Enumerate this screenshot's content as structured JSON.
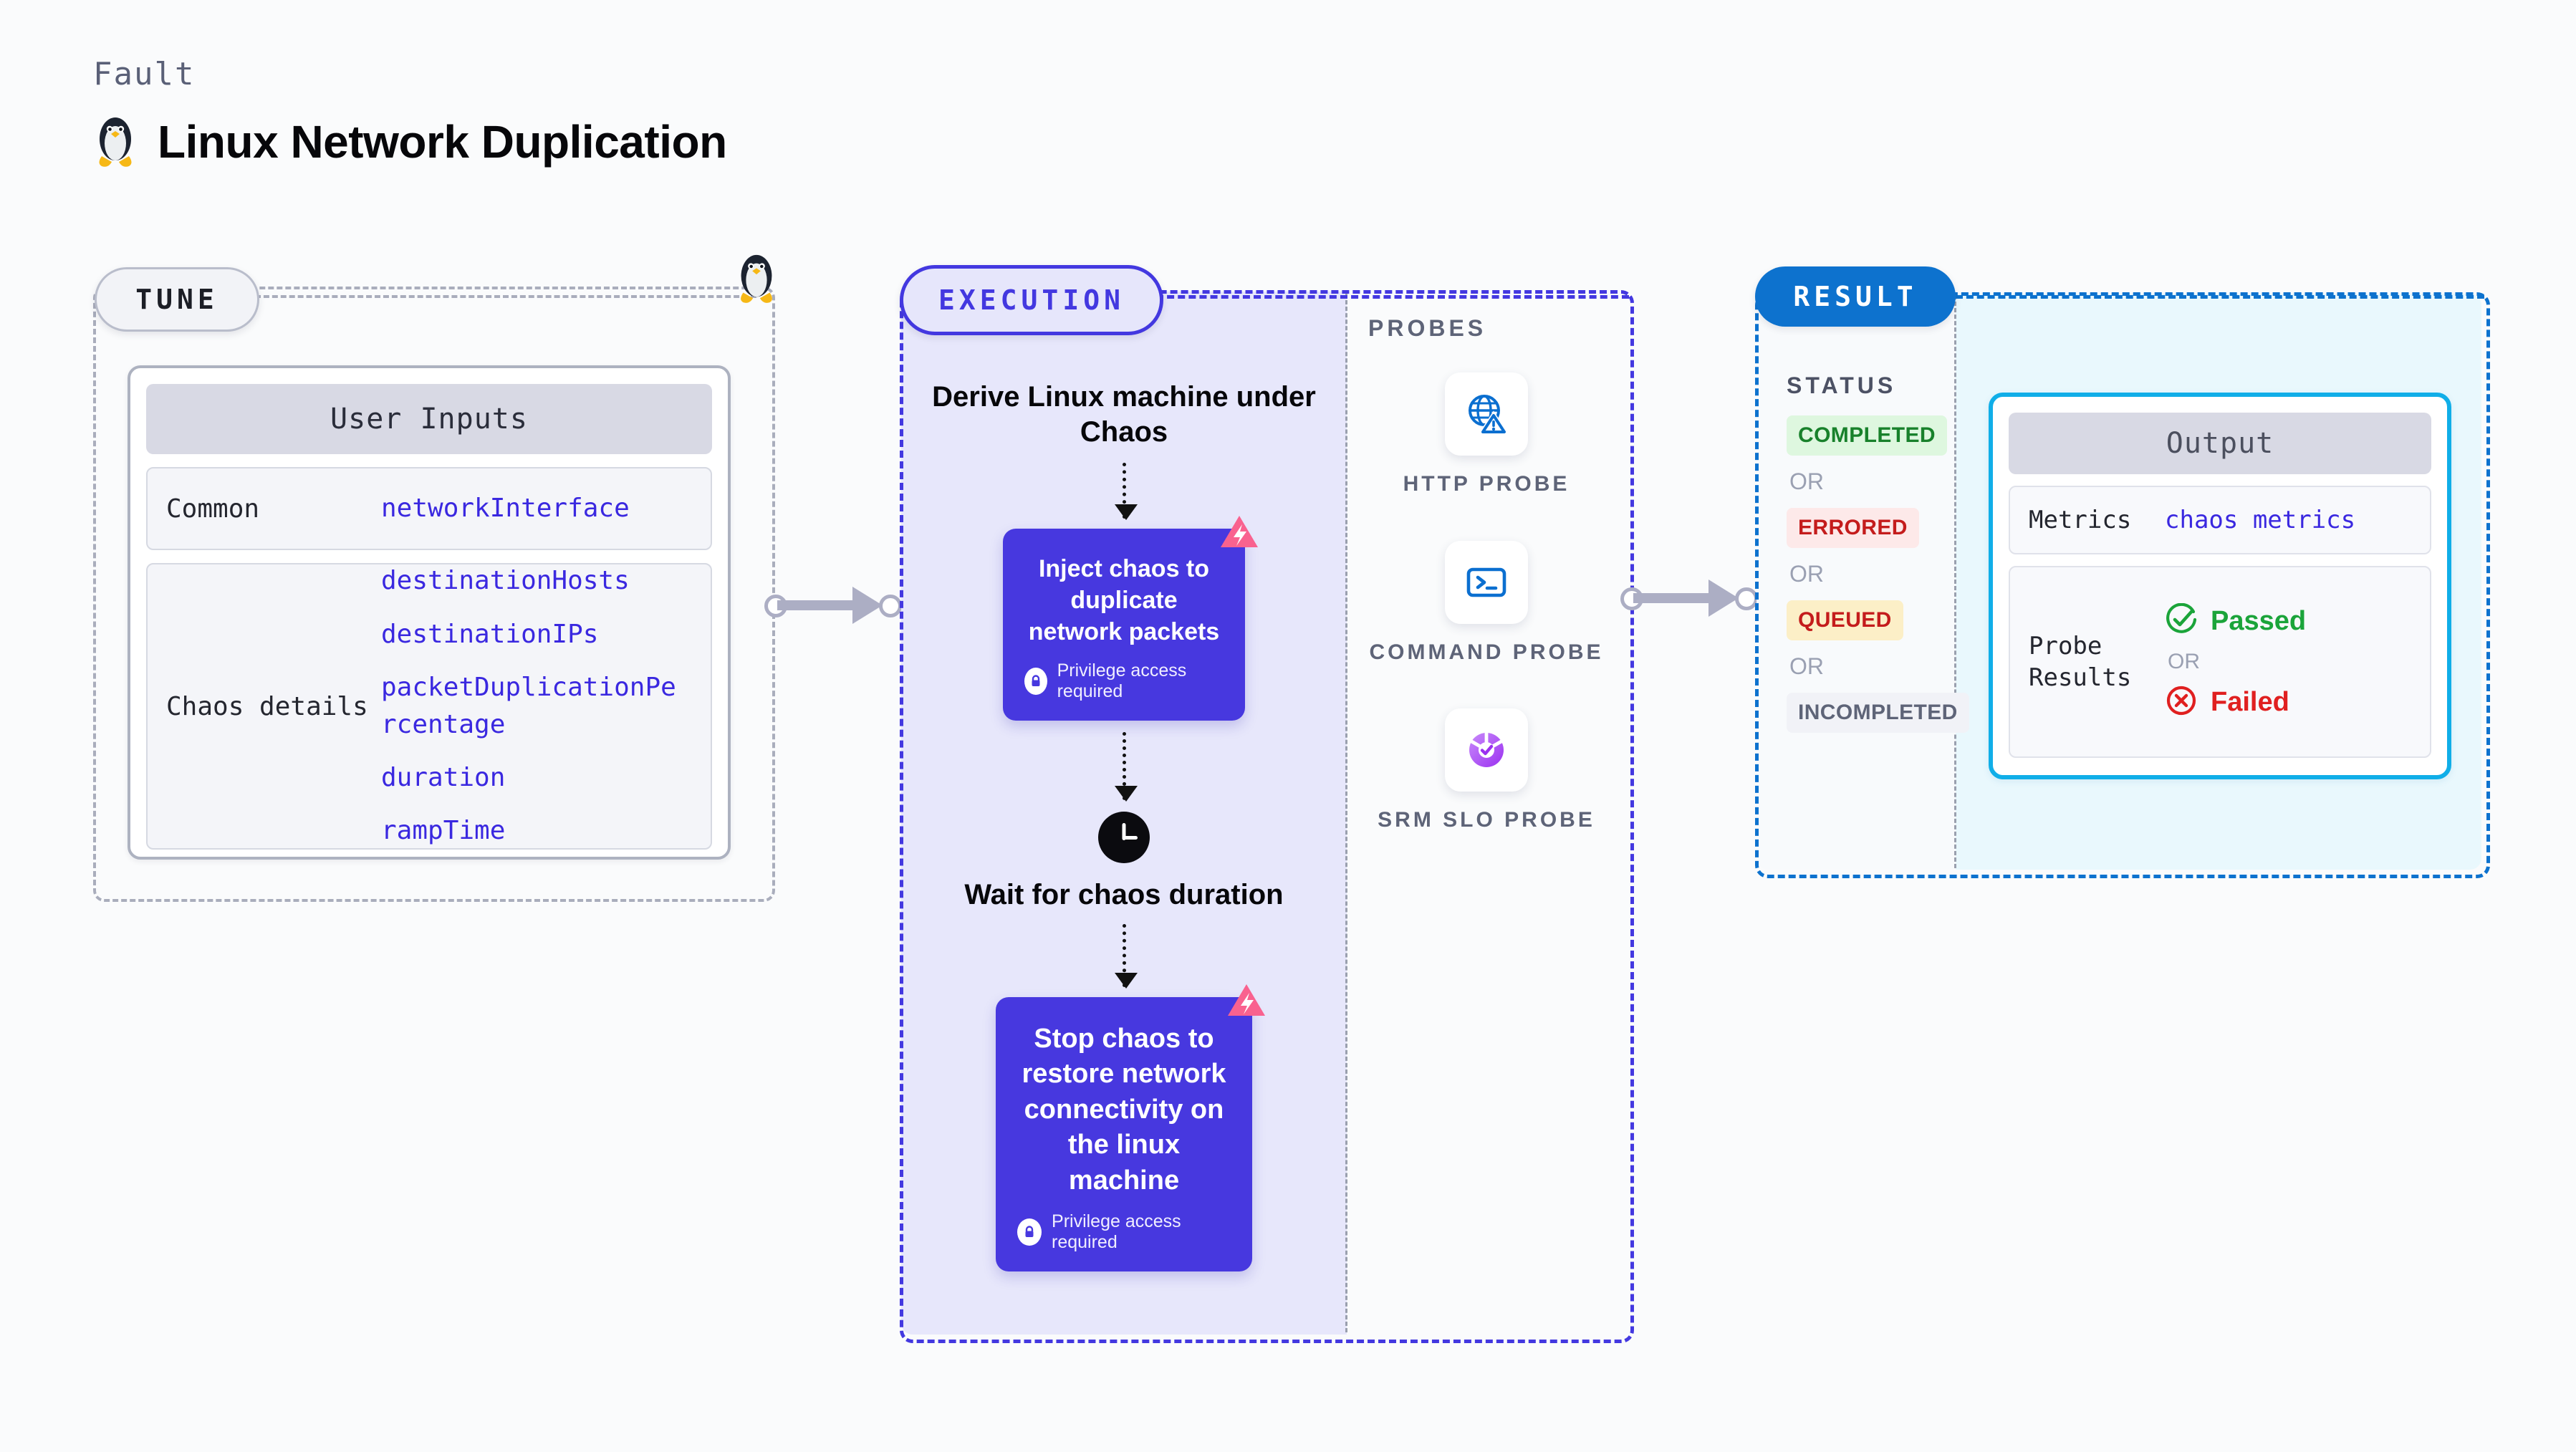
{
  "header": {
    "kicker": "Fault",
    "title": "Linux Network Duplication",
    "icon": "linux-penguin-icon"
  },
  "tune": {
    "pill_label": "TUNE",
    "card_title": "User Inputs",
    "rows": [
      {
        "label": "Common",
        "values": [
          "networkInterface"
        ]
      },
      {
        "label": "Chaos details",
        "values": [
          "destinationHosts",
          "destinationIPs",
          "packetDuplicationPercentage",
          "duration",
          "rampTime"
        ]
      }
    ]
  },
  "execution": {
    "pill_label": "EXECUTION",
    "steps": [
      {
        "type": "text",
        "title": "Derive Linux machine under Chaos"
      },
      {
        "type": "card",
        "title": "Inject chaos to duplicate network packets",
        "privilege": "Privilege access required",
        "badge": "litmus-chaos-icon"
      },
      {
        "type": "wait",
        "title": "Wait for chaos duration",
        "icon": "clock-icon"
      },
      {
        "type": "card",
        "title": "Stop chaos to restore network connectivity on the linux machine",
        "privilege": "Privilege access required",
        "badge": "litmus-chaos-icon"
      }
    ]
  },
  "probes": {
    "label": "PROBES",
    "items": [
      {
        "label": "HTTP PROBE",
        "icon": "globe-warning-icon"
      },
      {
        "label": "COMMAND PROBE",
        "icon": "terminal-icon"
      },
      {
        "label": "SRM SLO PROBE",
        "icon": "slo-donut-check-icon"
      }
    ]
  },
  "result": {
    "pill_label": "RESULT",
    "status_label": "STATUS",
    "or_label": "OR",
    "statuses": [
      {
        "text": "COMPLETED",
        "bg": "#DEF7DF",
        "fg": "#18812B"
      },
      {
        "text": "ERRORED",
        "bg": "#FDE9E9",
        "fg": "#C41C1C"
      },
      {
        "text": "QUEUED",
        "bg": "#FCEFC7",
        "fg": "#C41C1C"
      },
      {
        "text": "INCOMPLETED",
        "bg": "#F1F2F7",
        "fg": "#5E6478"
      }
    ],
    "output": {
      "title": "Output",
      "metrics_label": "Metrics",
      "metrics_value": "chaos metrics",
      "probe_label": "Probe Results",
      "passed": "Passed",
      "failed": "Failed",
      "or_label": "OR"
    }
  },
  "colors": {
    "canvas": "#FAFBFC",
    "tune_border": "#A9ADBC",
    "execution": "#4338E0",
    "execution_fill": "#E7E7FB",
    "result_blue": "#0D72CE",
    "output_border": "#10AEE8",
    "chaos_card": "#4738DF",
    "param_text": "#3A28E0",
    "litmus_pink": "#F9628F",
    "passed_green": "#1BA43A",
    "failed_red": "#E02020"
  }
}
